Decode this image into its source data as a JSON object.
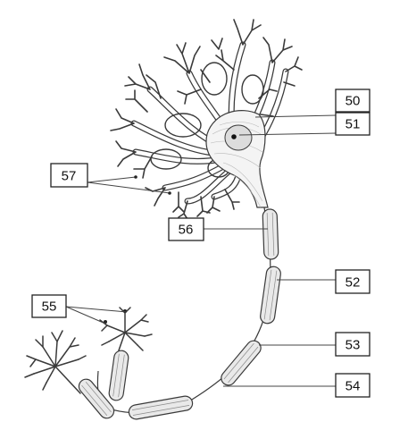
{
  "labels": {
    "l50": "50",
    "l51": "51",
    "l52": "52",
    "l53": "53",
    "l54": "54",
    "l55": "55",
    "l56": "56",
    "l57": "57"
  }
}
